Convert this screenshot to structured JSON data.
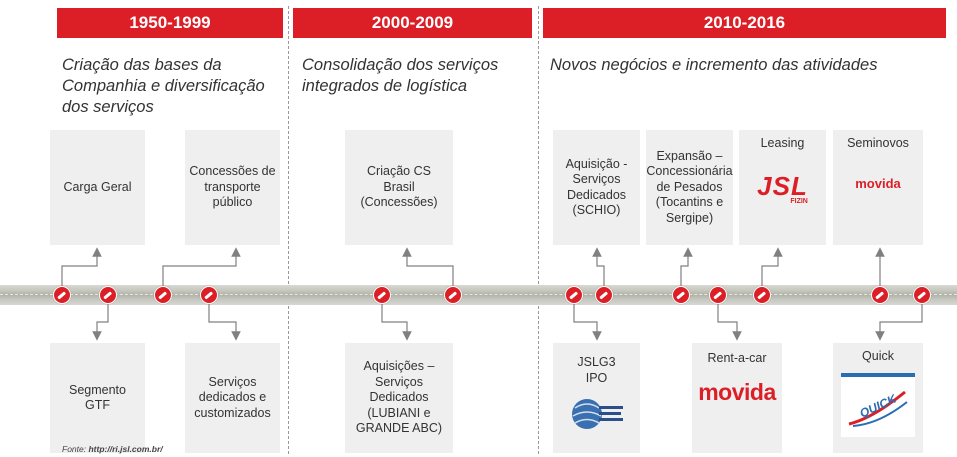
{
  "periods": [
    {
      "label": "1950-1999",
      "subtitle": "Criação das bases da\nCompanhia e diversificação\ndos serviços"
    },
    {
      "label": "2000-2009",
      "subtitle": "Consolidação dos serviços\nintegrados de logística"
    },
    {
      "label": "2010-2016",
      "subtitle": "Novos negócios e incremento das atividades"
    }
  ],
  "top_boxes": [
    {
      "label": "Carga Geral"
    },
    {
      "label": "Concessões de\ntransporte\npúblico"
    },
    {
      "label": "Criação CS\nBrasil\n(Concessões)"
    },
    {
      "label": "Aquisição -\nServiços\nDedicados\n(SCHIO)"
    },
    {
      "label": "Expansão –\nConcessionária\nde Pesados\n(Tocantins e\nSergipe)"
    },
    {
      "label": "Leasing",
      "logo": "JSL"
    },
    {
      "label": "Seminovos",
      "logo": "movida"
    }
  ],
  "bottom_boxes": [
    {
      "label": "Segmento\nGTF"
    },
    {
      "label": "Serviços\ndedicados e\ncustomizados"
    },
    {
      "label": "Aquisições –\nServiços\nDedicados\n(LUBIANI e\nGRANDE ABC)"
    },
    {
      "label": "JSLG3\nIPO"
    },
    {
      "label": "Rent-a-car",
      "logo": "movida"
    },
    {
      "label": "Quick",
      "logo": "Quick"
    }
  ],
  "logos": {
    "jsl": "JSL",
    "jsl_sub": "FIZIN",
    "movida": "movida",
    "quick": "QUICK"
  },
  "source": {
    "prefix": "Fonte:",
    "url": "http://ri.jsl.com.br/"
  },
  "colors": {
    "accent": "#dc1f26",
    "box": "#efefef",
    "road": "#c4c6be",
    "connector": "#808080"
  }
}
